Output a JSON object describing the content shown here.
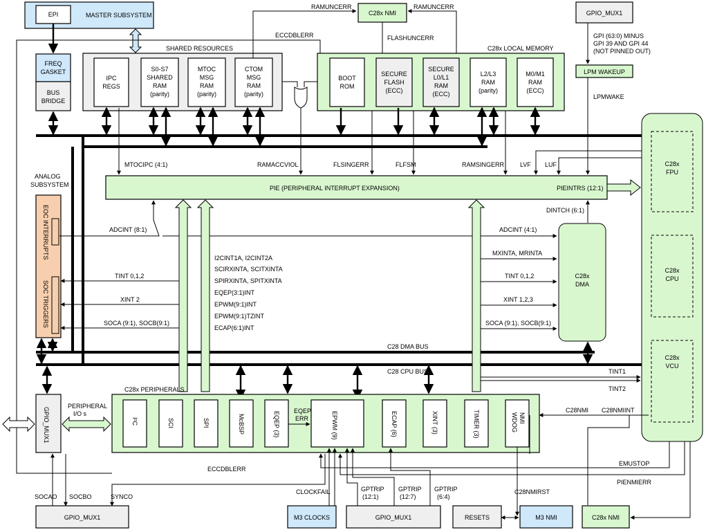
{
  "master": {
    "title": "MASTER SUBSYSTEM",
    "epi": "EPI",
    "freq": [
      "FREQ",
      "GASKET"
    ],
    "bridge": [
      "BUS",
      "BRIDGE"
    ]
  },
  "shared": {
    "title": "SHARED RESOURCES",
    "ipc": [
      "IPC",
      "REGS"
    ],
    "s07": [
      "S0-S7",
      "SHARED",
      "RAM",
      "(parity)"
    ],
    "mtoc": [
      "MTOC",
      "MSG",
      "RAM",
      "(parity)"
    ],
    "ctom": [
      "CTOM",
      "MSG",
      "RAM",
      "(parity)"
    ]
  },
  "nmi_top": {
    "label": "C28x NMI",
    "ramuncerr_l": "RAMUNCERR",
    "ramuncerr_r": "RAMUNCERR",
    "flashuncerr": "FLASHUNCERR",
    "eccdblerr": "ECCDBLERR"
  },
  "local": {
    "title": "C28x LOCAL MEMORY",
    "boot": [
      "BOOT",
      "ROM"
    ],
    "flash": [
      "SECURE",
      "FLASH",
      "(ECC)"
    ],
    "l0l1": [
      "SECURE",
      "L0/L1",
      "RAM",
      "(ECC)"
    ],
    "l2l3": [
      "L2/L3",
      "RAM",
      "(parity)"
    ],
    "m0m1": [
      "M0/M1",
      "RAM",
      "(ECC)"
    ]
  },
  "gpio_top": {
    "label": "GPIO_MUX1",
    "note": [
      "GPI (63:0)  MINUS",
      "GPI 39 AND GPI 44",
      "(NOT PINNED OUT)"
    ],
    "lpm": "LPM WAKEUP",
    "lpmwake": "LPMWAKE"
  },
  "core": {
    "fpu": [
      "C28x",
      "FPU"
    ],
    "cpu": [
      "C28x",
      "CPU"
    ],
    "vcu": [
      "C28x",
      "VCU"
    ]
  },
  "pie": {
    "label": "PIE  (PERIPHERAL INTERRUPT EXPANSION)",
    "pieintrs": "PIEINTRS (12:1)"
  },
  "sig": {
    "mtocipc": "MTOCIPC (4:1)",
    "ramaccviol": "RAMACCVIOL",
    "flsingerr": "FLSINGERR",
    "flfsm": "FLFSM",
    "ramsingerr": "RAMSINGERR",
    "lvf": "LVF",
    "luf": "LUF",
    "dintch": "DINTCH (6:1)"
  },
  "analog": {
    "title": [
      "ANALOG",
      "SUBSYSTEM"
    ],
    "eoc": "EOC INTERRUPTS",
    "soc": "SOC TRIGGERS",
    "adcint": "ADCINT (8:1)",
    "tint": "TINT 0,1,2",
    "xint": "XINT 2",
    "soca": "SOCA (9:1), SOCB(9:1)"
  },
  "ints": [
    "I2CINT1A, I2CINT2A",
    "SCIRXINTA, SCITXINTA",
    "SPIRXINTA, SPITXINTA",
    "EQEP(3:1)INT",
    "EPWM(9:1)INT",
    "EPWM(9:1)TZINT",
    "ECAP(6:1)INT"
  ],
  "dma": {
    "label": [
      "C28x",
      "DMA"
    ],
    "adcint": "ADCINT (4:1)",
    "mxint": "MXINTA, MRINTA",
    "tint": "TINT 0,1,2",
    "xint": "XINT 1,2,3",
    "soca": "SOCA (9:1), SOCB(9:1)"
  },
  "buses": {
    "dma": "C28 DMA BUS",
    "cpu": "C28 CPU BUS",
    "tint1": "TINT1",
    "tint2": "TINT2"
  },
  "periph": {
    "title": "C28x PERIPHERALS",
    "i2c": "I²C",
    "sci": "SCI",
    "spi": "SPI",
    "mcbsp": "McBSP",
    "eqep": "EQEP (3)",
    "eqeperr": [
      "EQEP",
      "ERR"
    ],
    "epwm": "EPWM (9)",
    "ecap": "ECAP (6)",
    "xint": "XINT (3)",
    "timer": "TIMER (3)",
    "nmi": [
      "NMI",
      "WDOG"
    ]
  },
  "gpio_left": {
    "label": "GPIO_MUX1",
    "pio": [
      "PERIPHERAL",
      "I/O s"
    ]
  },
  "bottom": {
    "eccdblerr": "ECCDBLERR",
    "emustop": "EMUSTOP",
    "pienmierr": "PIENMIERR",
    "c28nmi": "C28NMI",
    "c28nmiint": "C28NMIINT",
    "c28nmirst": "C28NMIRST",
    "clockfail": "CLOCKFAIL",
    "gptrip1": [
      "GPTRIP",
      "(12:1)"
    ],
    "gptrip2": [
      "GPTRIP",
      "(12:7)"
    ],
    "gptrip3": [
      "GPTRIP",
      "(6:4)"
    ],
    "socao": "SOCAO",
    "socbo": "SOCBO",
    "synco": "SYNCO",
    "gpio1": "GPIO_MUX1",
    "m3clocks": "M3 CLOCKS",
    "gpio2": "GPIO_MUX1",
    "resets": "RESETS",
    "m3nmi": "M3 NMI",
    "c28xnmi": "C28x NMI"
  }
}
